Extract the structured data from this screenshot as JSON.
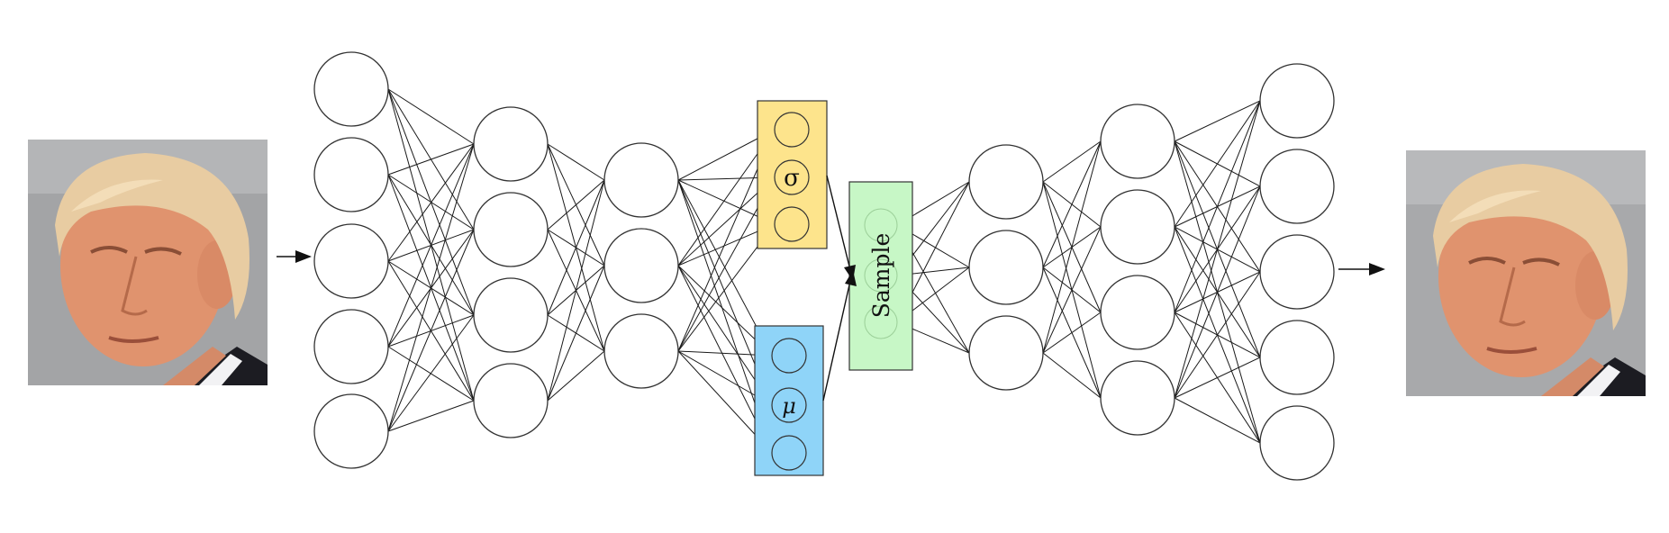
{
  "diagram": {
    "sigma_symbol": "σ",
    "mu_symbol": "μ",
    "sample_label": "Sample",
    "colors": {
      "sigma_box": "#fde48c",
      "mu_box": "#8fd4f8",
      "sample_box": "#c7f7c6",
      "skin": "#e39a76",
      "hair": "#e6c9a0",
      "background_photo": "#a3a4a6"
    },
    "input_image": {
      "icon": "face-photo-icon"
    },
    "output_image": {
      "icon": "face-photo-icon"
    }
  }
}
